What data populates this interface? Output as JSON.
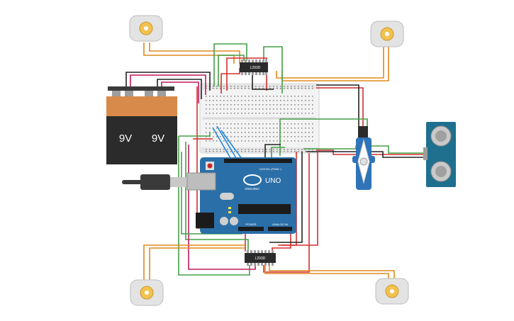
{
  "canvas": {
    "background": "#ffffff"
  },
  "batteries": [
    {
      "label": "9V"
    },
    {
      "label": "9V"
    }
  ],
  "driver_top": {
    "label": "L293D"
  },
  "driver_bottom": {
    "label": "L293D"
  },
  "arduino": {
    "brand": "UNO",
    "sub": "ARDUINO",
    "digital_label": "DIGITAL (PWM~)",
    "power_label": "POWER",
    "analog_label": "ANALOG IN"
  },
  "sensor": {
    "name": "ultrasonic-sensor"
  },
  "motors": [
    {
      "name": "motor-top-left"
    },
    {
      "name": "motor-top-right"
    },
    {
      "name": "motor-bottom-left"
    },
    {
      "name": "motor-bottom-right"
    }
  ],
  "colors": {
    "arduino_board": "#2a6fa8",
    "battery_top": "#d88a4a",
    "battery_body": "#2b2b2b",
    "wire_red": "#d32f2f",
    "wire_green": "#43a047",
    "wire_orange": "#e08a1e",
    "wire_black": "#222222",
    "wire_magenta": "#c2185b",
    "wire_blue": "#1e88e5",
    "sensor_board": "#1f6f8f",
    "servo_body": "#2f73b8"
  }
}
